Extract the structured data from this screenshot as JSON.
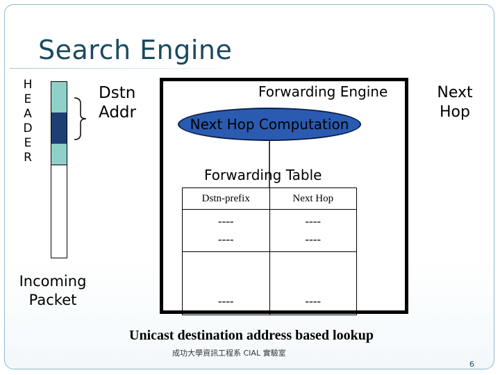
{
  "slide": {
    "title": "Search Engine",
    "header_letters": [
      "H",
      "E",
      "A",
      "D",
      "E",
      "R"
    ],
    "dstn_addr": [
      "Dstn",
      "Addr"
    ],
    "incoming_packet": [
      "Incoming",
      "Packet"
    ],
    "forwarding_engine_label": "Forwarding Engine",
    "next_hop_computation": "Next Hop Computation",
    "next_hop_output": [
      "Next",
      "Hop"
    ],
    "forwarding_table_label": "Forwarding Table",
    "table": {
      "headers": [
        "Dstn-prefix",
        "Next Hop"
      ],
      "rows": [
        [
          "----",
          "----"
        ],
        [
          "----",
          "----"
        ],
        [
          "",
          ""
        ],
        [
          "----",
          "----"
        ]
      ]
    },
    "caption": "Unicast destination address based lookup",
    "footer": "成功大學資訊工程系   CIAL  實驗室",
    "page_number": "6"
  },
  "colors": {
    "title": "#1a4a5e",
    "packet_light": "#8fd1c9",
    "packet_dark": "#1e3f73",
    "ellipse": "#2a5bb0"
  }
}
